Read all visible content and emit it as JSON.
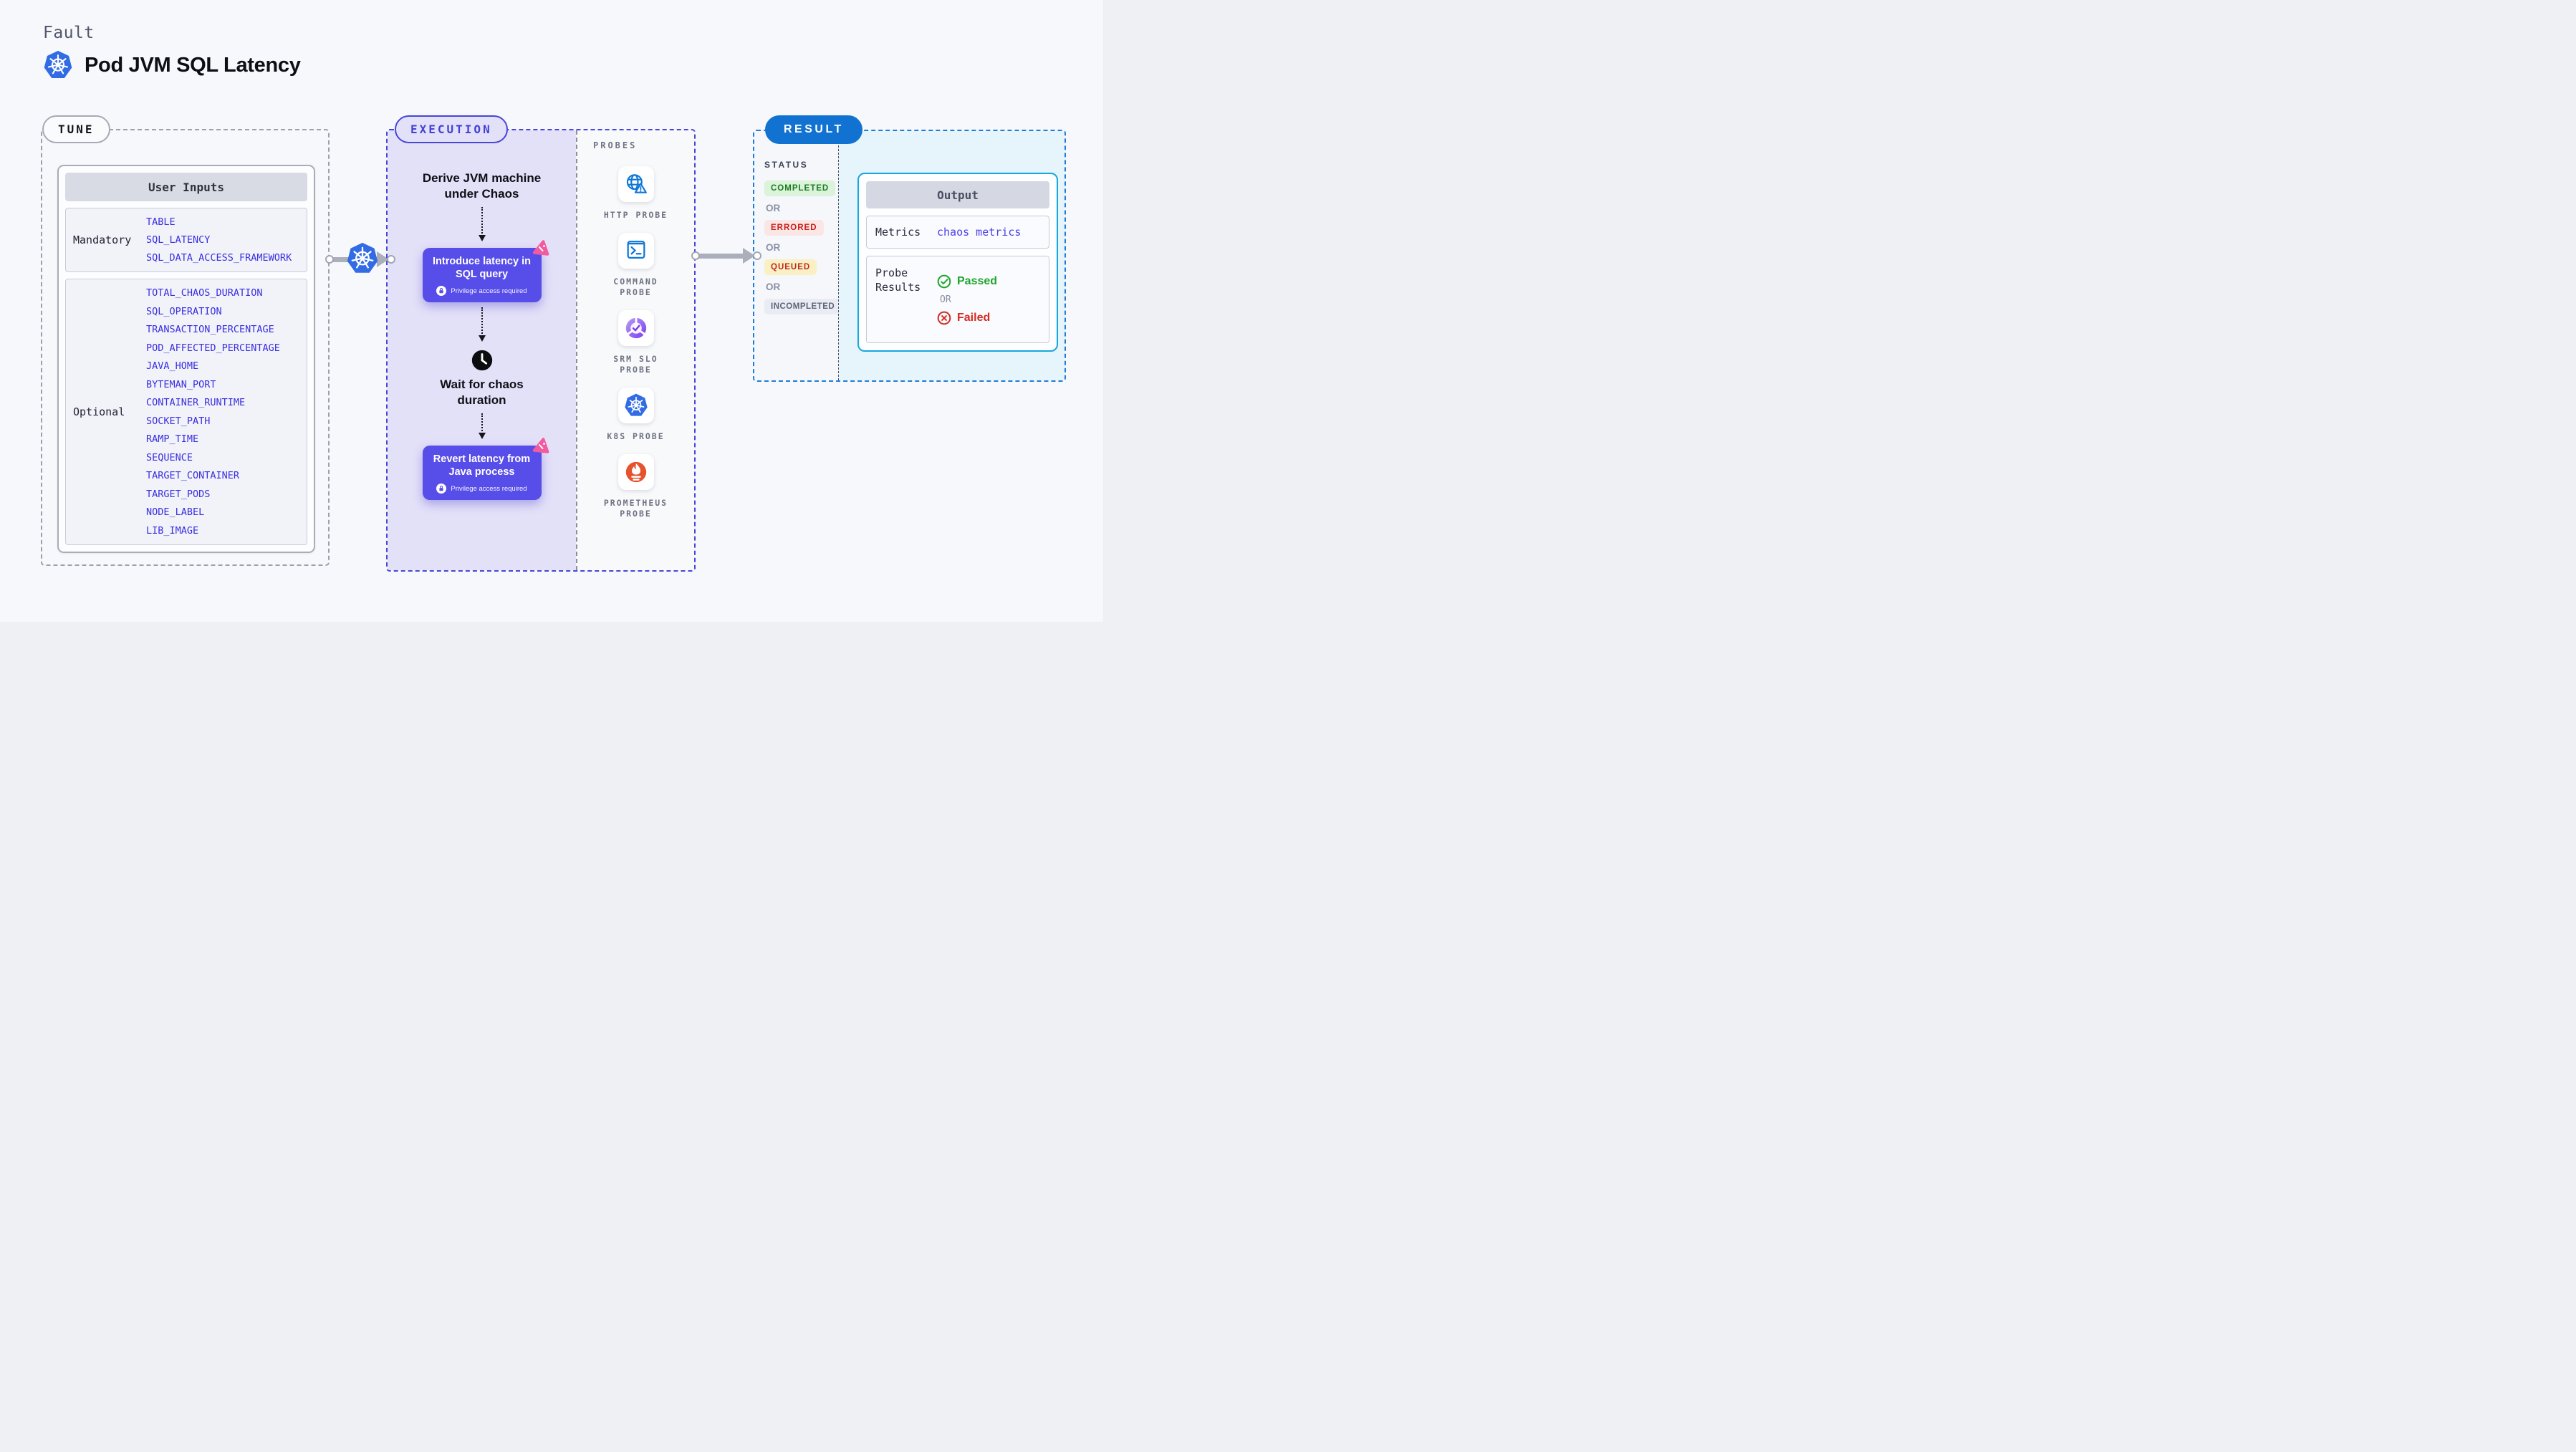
{
  "header": {
    "eyebrow": "Fault",
    "title": "Pod JVM SQL Latency"
  },
  "tune": {
    "badge": "TUNE",
    "table_header": "User Inputs",
    "rows": [
      {
        "label": "Mandatory",
        "values": [
          "TABLE",
          "SQL_LATENCY",
          "SQL_DATA_ACCESS_FRAMEWORK"
        ]
      },
      {
        "label": "Optional",
        "values": [
          "TOTAL_CHAOS_DURATION",
          "SQL_OPERATION",
          "TRANSACTION_PERCENTAGE",
          "POD_AFFECTED_PERCENTAGE",
          "JAVA_HOME",
          "BYTEMAN_PORT",
          "CONTAINER_RUNTIME",
          "SOCKET_PATH",
          "RAMP_TIME",
          "SEQUENCE",
          "TARGET_CONTAINER",
          "TARGET_PODS",
          "NODE_LABEL",
          "LIB_IMAGE"
        ]
      }
    ]
  },
  "execution": {
    "badge": "EXECUTION",
    "step1": "Derive JVM machine\nunder Chaos",
    "step2": {
      "title": "Introduce latency in\nSQL query",
      "note": "Privilege access required"
    },
    "step3": "Wait for chaos\nduration",
    "step4": {
      "title": "Revert latency from\nJava process",
      "note": "Privilege access required"
    }
  },
  "probes": {
    "title": "PROBES",
    "items": [
      {
        "label": "HTTP PROBE",
        "icon": "globe-alert-icon"
      },
      {
        "label": "COMMAND PROBE",
        "icon": "terminal-icon"
      },
      {
        "label": "SRM SLO PROBE",
        "icon": "slo-donut-check-icon"
      },
      {
        "label": "K8S PROBE",
        "icon": "kubernetes-icon"
      },
      {
        "label": "PROMETHEUS PROBE",
        "icon": "prometheus-flame-icon"
      }
    ]
  },
  "result": {
    "badge": "RESULT",
    "status_title": "STATUS",
    "statuses": [
      {
        "text": "COMPLETED",
        "kind": "success"
      },
      {
        "text": "OR"
      },
      {
        "text": "ERRORED",
        "kind": "error"
      },
      {
        "text": "OR"
      },
      {
        "text": "QUEUED",
        "kind": "warning"
      },
      {
        "text": "OR"
      },
      {
        "text": "INCOMPLETED",
        "kind": "neutral"
      }
    ],
    "output": {
      "header": "Output",
      "metrics_label": "Metrics",
      "metrics_value": "chaos metrics",
      "probe_results_label": "Probe\nResults",
      "passed": "Passed",
      "or": "OR",
      "failed": "Failed"
    }
  },
  "colors": {
    "accent_indigo": "#4845D8",
    "step_purple": "#574DE8",
    "result_blue": "#1272D2",
    "output_border_cyan": "#17A7E0",
    "success_green": "#1A7D1F",
    "error_red": "#C8201A",
    "kubernetes_blue": "#326CE5",
    "probe_icon_blue": "#0E77D8",
    "prometheus_orange": "#E6522C",
    "sparkle_pink": "#F25B9E",
    "field_link_blue": "#3B2FE0"
  }
}
